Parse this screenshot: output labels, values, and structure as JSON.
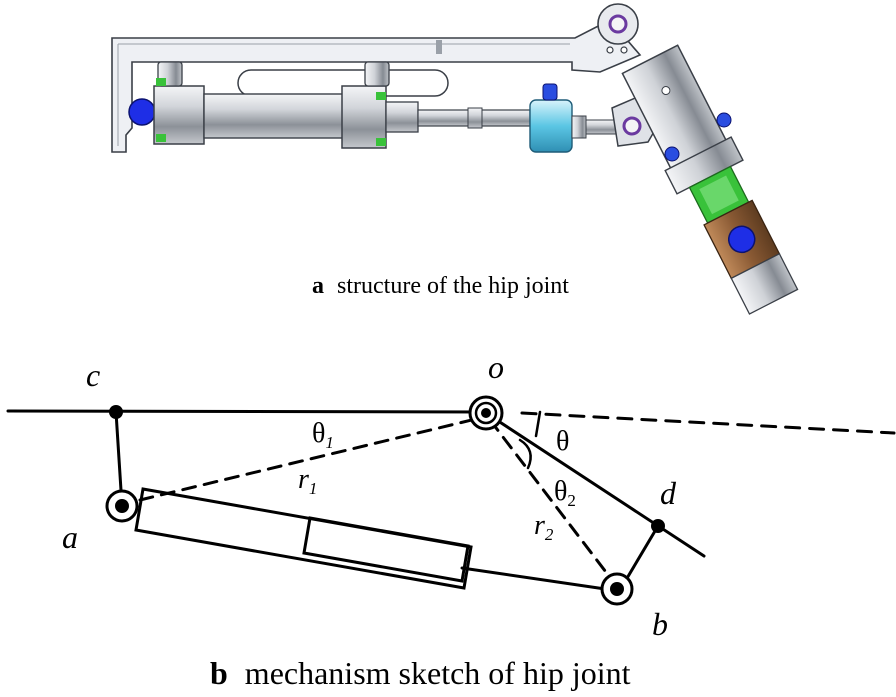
{
  "captions": {
    "a": {
      "letter": "a",
      "text": "structure of the hip joint"
    },
    "b": {
      "letter": "b",
      "text": "mechanism sketch of hip joint"
    }
  },
  "sketch_labels": {
    "c": "c",
    "o": "o",
    "a": "a",
    "b": "b",
    "d": "d",
    "theta": "θ",
    "theta1": "θ",
    "theta1_sub": "1",
    "theta2": "θ",
    "theta2_sub": "2",
    "r1": "r",
    "r1_sub": "1",
    "r2": "r",
    "r2_sub": "2"
  },
  "colors": {
    "line": "#000000",
    "bracket_fill": "#eef0f4",
    "cylinder_silver": "#c9ccd2",
    "cylinder_dark": "#7d828a",
    "blue_pin": "#1e2ee6",
    "green_part": "#39c23a",
    "cyan_block": "#5bc6e4",
    "bronze": "#8a5a34",
    "purple_bolt": "#6b3aa0"
  }
}
